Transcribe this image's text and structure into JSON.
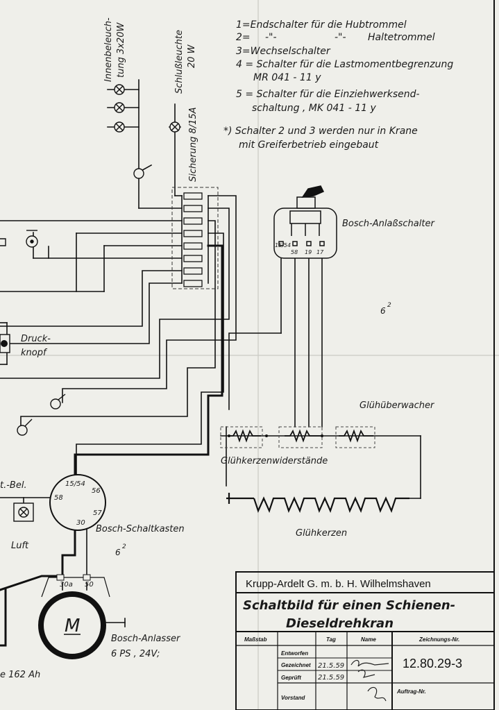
{
  "legend": {
    "line1": "1=Endschalter für die Hubtrommel",
    "line2_num": "2=",
    "line2_ditto1": "-\"-",
    "line2_ditto2": "-\"-",
    "line2_text": "Haltetrommel",
    "line3": "3=Wechselschalter",
    "line4a": "4 = Schalter für die Lastmomentbegrenzung",
    "line4b": "MR 041 - 11 y",
    "line5a": "5 = Schalter für die Einziehwerksend-",
    "line5b": "schaltung , MK 041 - 11 y",
    "note_a": "*) Schalter 2 und 3 werden nur in Krane",
    "note_b": "mit Greiferbetrieb eingebaut"
  },
  "labels": {
    "innenbeleuchtung_a": "Innenbeleuch-",
    "innenbeleuchtung_b": "tung 3x20W",
    "schlussleuchte_a": "Schlußleuchte",
    "schlussleuchte_b": "20 W",
    "sicherung": "Sicherung 8/15A",
    "anlassschalter": "Bosch-Anlaßschalter",
    "terminal_15": "15/54",
    "terminal_58": "58",
    "terminal_19": "19",
    "terminal_17": "17",
    "cable_6sq_top": "6",
    "cable_6sq_top_exp": "2",
    "druckknopf_a": "Druck-",
    "druckknopf_b": "knopf",
    "gluehueberwacher": "Glühüberwacher",
    "gluehkerzenwiderstaende": "Glühkerzenwiderstände",
    "gluehkerzen": "Glühkerzen",
    "bel_partial": "t.-Bel.",
    "luft": "Luft",
    "schaltkasten": "Bosch-Schaltkasten",
    "sk_15": "15/54",
    "sk_56": "56",
    "sk_58": "58",
    "sk_57": "57",
    "sk_30": "30",
    "cable_6sq_bottom": "6",
    "cable_6sq_bottom_exp": "2",
    "motor_30a": "30a",
    "motor_50": "50",
    "motor_symbol": "M",
    "anlasser_a": "Bosch-Anlasser",
    "anlasser_b": "6 PS ,  24V;",
    "battery_partial": "e 162 Ah"
  },
  "title_block": {
    "company": "Krupp-Ardelt G. m. b. H. Wilhelmshaven",
    "title_line1": "Schaltbild für einen Schienen-",
    "title_line2": "Dieseldrehkran",
    "col_massstab": "Maßstab",
    "col_tag": "Tag",
    "col_name": "Name",
    "col_zeichnungs": "Zeichnungs-Nr.",
    "row_entworfen": "Entworfen",
    "row_gezeichnet": "Gezeichnet",
    "row_geprueft": "Geprüft",
    "row_vorstand": "Vorstand",
    "gezeichnet_date": "21.5.59",
    "geprueft_date": "21.5.59",
    "drawing_number": "12.80.29-3",
    "auftrag": "Auftrag-Nr."
  }
}
